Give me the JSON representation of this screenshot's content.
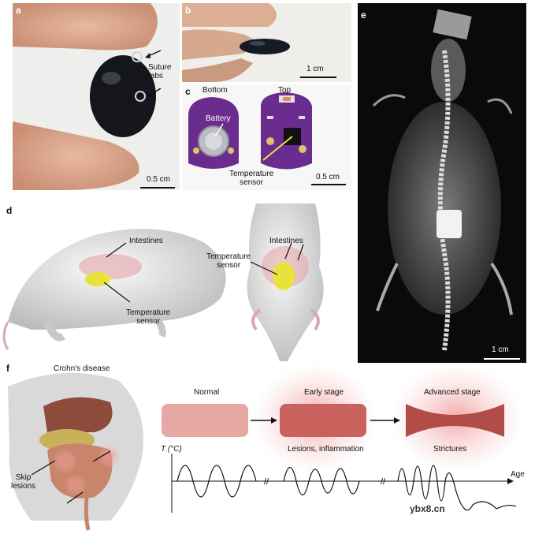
{
  "panels": {
    "a": {
      "label": "a",
      "suture_tabs": "Suture\ntabs",
      "scale": "0.5 cm"
    },
    "b": {
      "label": "b",
      "scale": "1 cm"
    },
    "c": {
      "label": "c",
      "bottom": "Bottom",
      "top": "Top",
      "battery": "Battery",
      "temperature_sensor": "Temperature\nsensor",
      "scale": "0.5 cm"
    },
    "d": {
      "label": "d",
      "intestines_left": "Intestines",
      "temperature_sensor_left": "Temperature\nsensor",
      "intestines_right": "Intestines",
      "temperature_sensor_right": "Temperature\nsensor"
    },
    "e": {
      "label": "e",
      "scale": "1 cm"
    },
    "f": {
      "label": "f",
      "title": "Crohn's disease",
      "skip_lesions": "Skip\nlesions",
      "normal": "Normal",
      "early_stage": "Early stage",
      "advanced_stage": "Advanced stage",
      "lesions": "Lesions, inflammation",
      "strictures": "Strictures",
      "y_axis": "T (°C)",
      "x_axis": "Age"
    }
  },
  "watermark": "ybx8.cn",
  "colors": {
    "accent_red": "#e35b5b",
    "board_purple": "#6b2c8f",
    "sensor_yellow": "#e8e33a"
  }
}
